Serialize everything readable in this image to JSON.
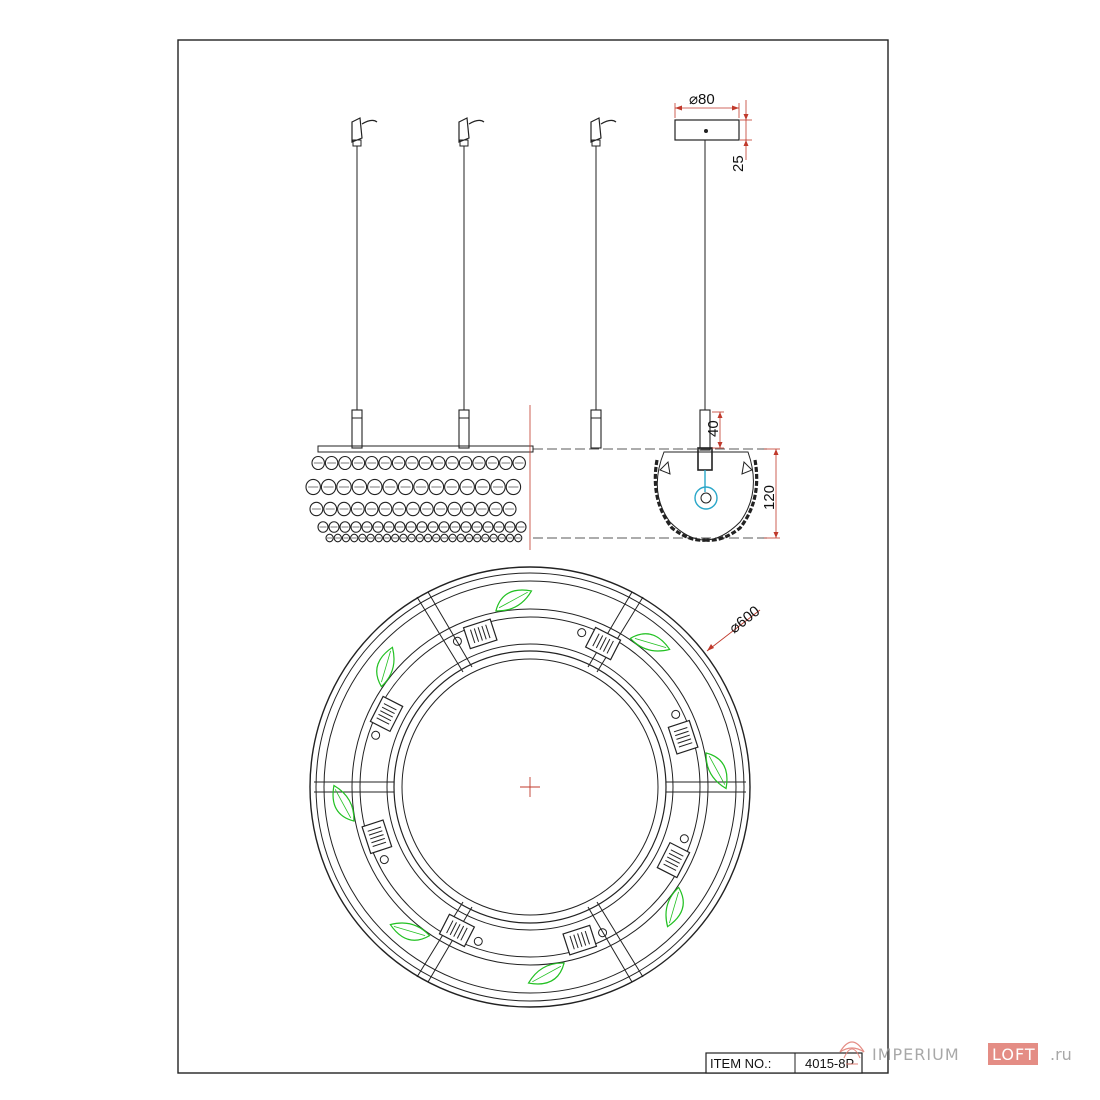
{
  "dimensions": {
    "canopy_diameter": "⌀80",
    "canopy_height": "25",
    "connector_height": "40",
    "body_height": "120",
    "ring_diameter": "⌀600"
  },
  "title_block": {
    "item_label": "ITEM NO.:",
    "item_number": "4015-8P"
  },
  "watermark": {
    "brand_main": "IMPERIUM",
    "brand_accent": "LOFT",
    "brand_tld": ".ru"
  },
  "colors": {
    "line": "#222222",
    "dimension_red": "#c0392b",
    "leaf_green": "#22c122",
    "connector_cyan": "#2aa7c9",
    "logo_accent_bg": "#e07a70"
  },
  "lamp_count": 8
}
